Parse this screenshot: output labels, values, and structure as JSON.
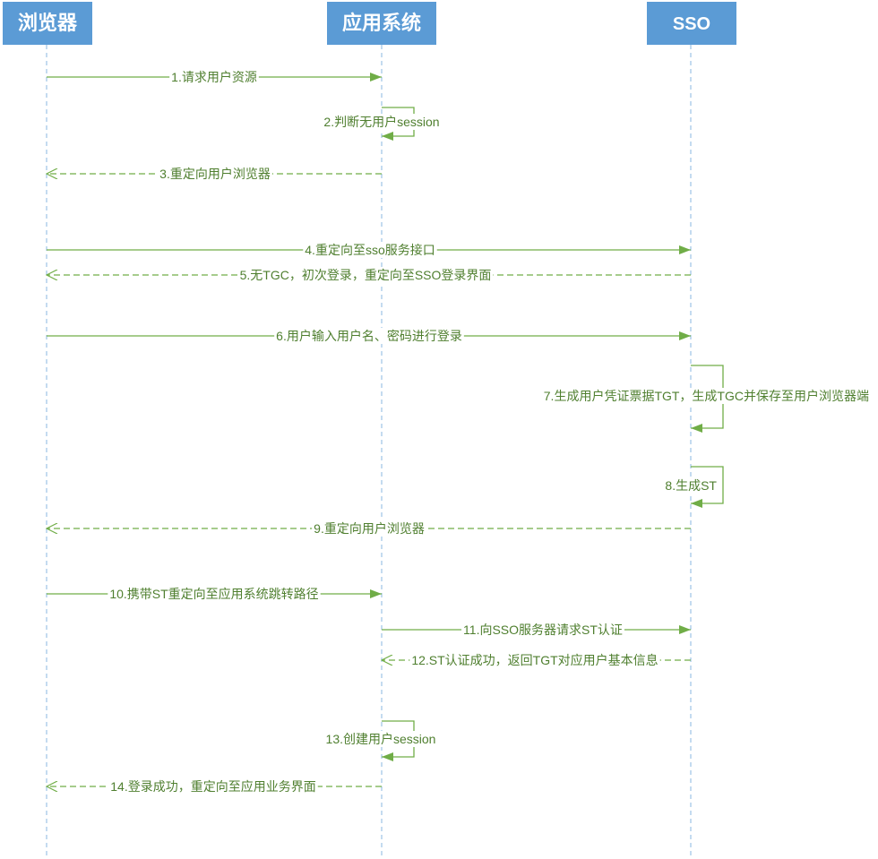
{
  "participants": [
    {
      "name": "浏览器"
    },
    {
      "name": "应用系统"
    },
    {
      "name": "SSO"
    }
  ],
  "messages": [
    {
      "label": "1.请求用户资源"
    },
    {
      "label": "2.判断无用户session"
    },
    {
      "label": "3.重定向用户浏览器"
    },
    {
      "label": "4.重定向至sso服务接口"
    },
    {
      "label": "5.无TGC，初次登录，重定向至SSO登录界面"
    },
    {
      "label": "6.用户输入用户名、密码进行登录"
    },
    {
      "label": "7.生成用户凭证票据TGT，生成TGC并保存至用户浏览器端"
    },
    {
      "label": "8.生成ST"
    },
    {
      "label": "9.重定向用户浏览器"
    },
    {
      "label": "10.携带ST重定向至应用系统跳转路径"
    },
    {
      "label": "11.向SSO服务器请求ST认证"
    },
    {
      "label": "12.ST认证成功，返回TGT对应用户基本信息"
    },
    {
      "label": "13.创建用户session"
    },
    {
      "label": "14.登录成功，重定向至应用业务界面"
    }
  ],
  "colors": {
    "participant": "#5b9bd5",
    "arrow": "#70ad47",
    "lifeline": "#9dc3e6",
    "label": "#4f7f2f"
  }
}
